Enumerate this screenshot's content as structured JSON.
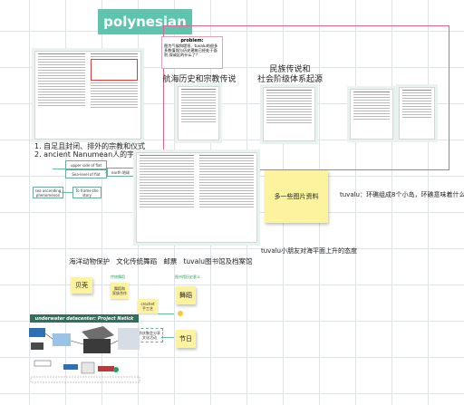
{
  "board": {
    "title": "polynesian",
    "problem": {
      "heading": "problem:",
      "text": "图为气候和堤坝、tuvalu的很多多数值保与历史建筑已经处于面积,保或区的什么了?"
    },
    "section_labels": {
      "history_religion": "航海历史和宗教传说",
      "legend_social": "民族传说和\n社会阶级体系起源",
      "tuvalu_note": "tuvalu：环礁组成8个小岛，环礁意味着什么",
      "pictures_sticky": "多一些图片资料",
      "children_attitude": "tuvalu小朋友对海平面上升的态度",
      "left_list_1": "1. 自足且封闭、排外的宗教和仪式",
      "left_list_2": "2. ancient Nanumean人的宇宙观"
    },
    "map_nodes": {
      "upper_side": "upper side of fiat",
      "sea_level": "Sea-level of fiat",
      "earth": "earth 地球",
      "sea_ascending": "sea ascending\nphenomenon",
      "to_frame": "To frame\nthe story"
    },
    "topics": {
      "header": "海洋动物保护   文化传统舞蹈   邮票   tuvalu图书馆及档案馆",
      "shell": "贝壳",
      "tag_traditional": "传统舞蹈",
      "dance_history": "舞蹈和\n家族合作",
      "tag_library": "图书馆历史意义",
      "crochet": "crochet\n手工艺",
      "dance": "舞蹈",
      "festival": "节日",
      "festival_note": "节庆聚会分享\n文化活动"
    },
    "bottom_left": {
      "banner": "underwater datacenter: Project Natick"
    }
  },
  "colors": {
    "title_bg": "#5fc3ad",
    "frame": "#d06a95",
    "sticky": "#fdf29e",
    "connector": "#6ab8a5"
  }
}
